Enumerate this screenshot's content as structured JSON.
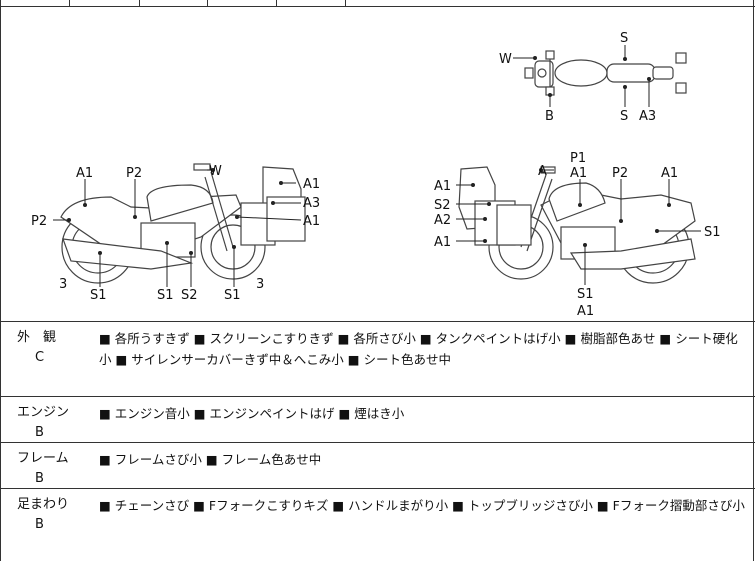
{
  "diagram": {
    "top_view_labels": [
      "W",
      "S",
      "B",
      "S",
      "A3"
    ],
    "left_view_labels": [
      "A1",
      "P2",
      "W",
      "A1",
      "A3",
      "A1",
      "P2",
      "3",
      "S1",
      "S1",
      "S2",
      "S1",
      "3"
    ],
    "right_view_labels": [
      "P1",
      "A",
      "A1",
      "P2",
      "A1",
      "A1",
      "S2",
      "A2",
      "A1",
      "S1",
      "S1",
      "A1"
    ]
  },
  "rows": [
    {
      "category": "外　観",
      "grade": "C",
      "description": "■ 各所うすきず ■ スクリーンこすりきず ■ 各所さび小 ■ タンクペイントはげ小 ■ 樹脂部色あせ ■ シート硬化小 ■ サイレンサーカバーきず中＆へこみ小 ■ シート色あせ中"
    },
    {
      "category": "エンジン",
      "grade": "B",
      "description": "■ エンジン音小 ■ エンジンペイントはげ ■ 煙はき小"
    },
    {
      "category": "フレーム",
      "grade": "B",
      "description": "■ フレームさび小 ■ フレーム色あせ中"
    },
    {
      "category": "足まわり",
      "grade": "B",
      "description": "■ チェーンさび ■ Fフォークこすりキズ ■ ハンドルまがり小 ■ トップブリッジさび小 ■ Fフォーク摺動部さび小"
    }
  ]
}
